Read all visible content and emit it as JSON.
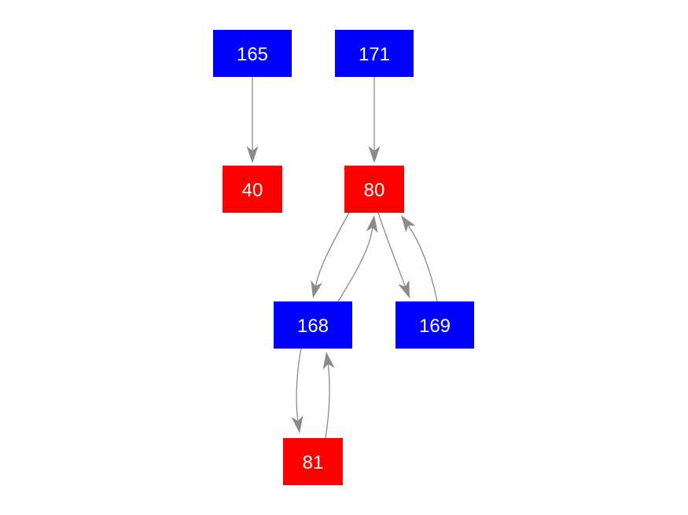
{
  "colors": {
    "blue_node": "#0000ff",
    "red_node": "#ff0000",
    "edge": "#8a8a8a",
    "label": "#ffffff"
  },
  "nodes": [
    {
      "id": "n165",
      "label": "165",
      "color": "blue"
    },
    {
      "id": "n171",
      "label": "171",
      "color": "blue"
    },
    {
      "id": "n40",
      "label": "40",
      "color": "red"
    },
    {
      "id": "n80",
      "label": "80",
      "color": "red"
    },
    {
      "id": "n168",
      "label": "168",
      "color": "blue"
    },
    {
      "id": "n169",
      "label": "169",
      "color": "blue"
    },
    {
      "id": "n81",
      "label": "81",
      "color": "red"
    }
  ],
  "edges": [
    {
      "from": "165",
      "to": "40"
    },
    {
      "from": "171",
      "to": "80"
    },
    {
      "from": "80",
      "to": "168"
    },
    {
      "from": "168",
      "to": "80"
    },
    {
      "from": "80",
      "to": "169"
    },
    {
      "from": "169",
      "to": "80"
    },
    {
      "from": "168",
      "to": "81"
    },
    {
      "from": "81",
      "to": "168"
    }
  ]
}
